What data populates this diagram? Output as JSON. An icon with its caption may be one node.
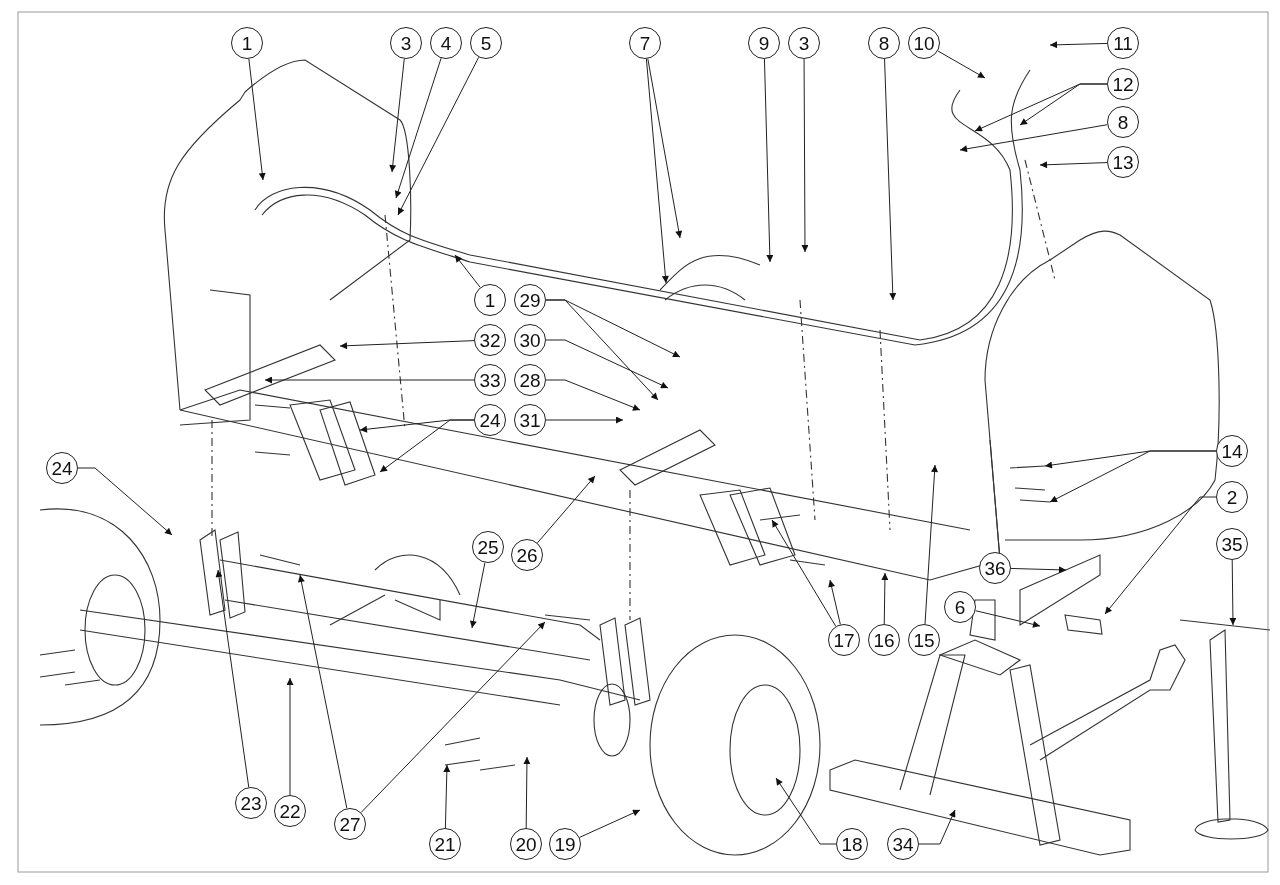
{
  "diagram": {
    "nodes": [
      {
        "text": [
          "1"
        ]
      },
      {
        "text": [
          "3"
        ]
      },
      {
        "text": [
          "4"
        ]
      },
      {
        "text": [
          "5"
        ]
      },
      {
        "text": [
          "7"
        ]
      },
      {
        "text": [
          "9"
        ]
      },
      {
        "text": [
          "3"
        ]
      },
      {
        "text": [
          "8"
        ]
      },
      {
        "text": [
          "10"
        ]
      },
      {
        "text": [
          "11"
        ]
      },
      {
        "text": [
          "12"
        ]
      },
      {
        "text": [
          "8"
        ]
      },
      {
        "text": [
          "13"
        ]
      },
      {
        "text": [
          "1"
        ]
      },
      {
        "text": [
          "29"
        ]
      },
      {
        "text": [
          "32"
        ]
      },
      {
        "text": [
          "30"
        ]
      },
      {
        "text": [
          "33"
        ]
      },
      {
        "text": [
          "28"
        ]
      },
      {
        "text": [
          "24"
        ]
      },
      {
        "text": [
          "31"
        ]
      },
      {
        "text": [
          "14"
        ]
      },
      {
        "text": [
          "24"
        ]
      },
      {
        "text": [
          "25"
        ]
      },
      {
        "text": [
          "26"
        ]
      },
      {
        "text": [
          "2"
        ]
      },
      {
        "text": [
          "35"
        ]
      },
      {
        "text": [
          "36"
        ]
      },
      {
        "text": [
          "6"
        ]
      },
      {
        "text": [
          "17"
        ]
      },
      {
        "text": [
          "16"
        ]
      },
      {
        "text": [
          "15"
        ]
      },
      {
        "text": [
          "23"
        ]
      },
      {
        "text": [
          "22"
        ]
      },
      {
        "text": [
          "27"
        ]
      },
      {
        "text": [
          "21"
        ]
      },
      {
        "text": [
          "20"
        ]
      },
      {
        "text": [
          "19"
        ]
      },
      {
        "text": [
          "18"
        ]
      },
      {
        "text": [
          "34"
        ]
      }
    ],
    "edges": [
      {
        "from": 0,
        "to": null,
        "arrow": "to"
      },
      {
        "from": 1,
        "to": null,
        "arrow": "to"
      },
      {
        "from": 2,
        "to": null,
        "arrow": "to"
      },
      {
        "from": 3,
        "to": null,
        "arrow": "to"
      },
      {
        "from": 4,
        "to": null,
        "arrow": "to"
      },
      {
        "from": 4,
        "to": null,
        "arrow": "to"
      },
      {
        "from": 5,
        "to": null,
        "arrow": "to"
      },
      {
        "from": 6,
        "to": null,
        "arrow": "to"
      },
      {
        "from": 7,
        "to": null,
        "arrow": "to"
      },
      {
        "from": 8,
        "to": null,
        "arrow": "to"
      },
      {
        "from": 9,
        "to": null,
        "arrow": "to"
      },
      {
        "from": 10,
        "to": null,
        "arrow": "to"
      },
      {
        "from": 10,
        "to": null,
        "arrow": "to"
      },
      {
        "from": 11,
        "to": null,
        "arrow": "to"
      },
      {
        "from": 12,
        "to": null,
        "arrow": "to"
      },
      {
        "from": 13,
        "to": null,
        "arrow": "to"
      },
      {
        "from": 14,
        "to": null,
        "arrow": "to"
      },
      {
        "from": 14,
        "to": null,
        "arrow": "to"
      },
      {
        "from": 15,
        "to": null,
        "arrow": "to"
      },
      {
        "from": 16,
        "to": null,
        "arrow": "to"
      },
      {
        "from": 17,
        "to": null,
        "arrow": "to"
      },
      {
        "from": 18,
        "to": null,
        "arrow": "to"
      },
      {
        "from": 19,
        "to": null,
        "arrow": "to"
      },
      {
        "from": 19,
        "to": null,
        "arrow": "to"
      },
      {
        "from": 20,
        "to": null,
        "arrow": "to"
      },
      {
        "from": 21,
        "to": null,
        "arrow": "to"
      },
      {
        "from": 21,
        "to": null,
        "arrow": "to"
      },
      {
        "from": 22,
        "to": null,
        "arrow": "to"
      },
      {
        "from": 23,
        "to": null,
        "arrow": "to"
      },
      {
        "from": 24,
        "to": null,
        "arrow": "to"
      },
      {
        "from": 25,
        "to": null,
        "arrow": "to"
      },
      {
        "from": 26,
        "to": null,
        "arrow": "to"
      },
      {
        "from": 27,
        "to": null,
        "arrow": "to"
      },
      {
        "from": 28,
        "to": null,
        "arrow": "to"
      },
      {
        "from": 29,
        "to": null,
        "arrow": "to"
      },
      {
        "from": 29,
        "to": null,
        "arrow": "to"
      },
      {
        "from": 30,
        "to": null,
        "arrow": "to"
      },
      {
        "from": 31,
        "to": null,
        "arrow": "to"
      },
      {
        "from": 32,
        "to": null,
        "arrow": "to"
      },
      {
        "from": 33,
        "to": null,
        "arrow": "to"
      },
      {
        "from": 34,
        "to": null,
        "arrow": "to"
      },
      {
        "from": 34,
        "to": null,
        "arrow": "to"
      },
      {
        "from": 35,
        "to": null,
        "arrow": "to"
      },
      {
        "from": 36,
        "to": null,
        "arrow": "to"
      },
      {
        "from": 37,
        "to": null,
        "arrow": "to"
      },
      {
        "from": 38,
        "to": null,
        "arrow": "to"
      },
      {
        "from": 39,
        "to": null,
        "arrow": "to"
      }
    ]
  }
}
